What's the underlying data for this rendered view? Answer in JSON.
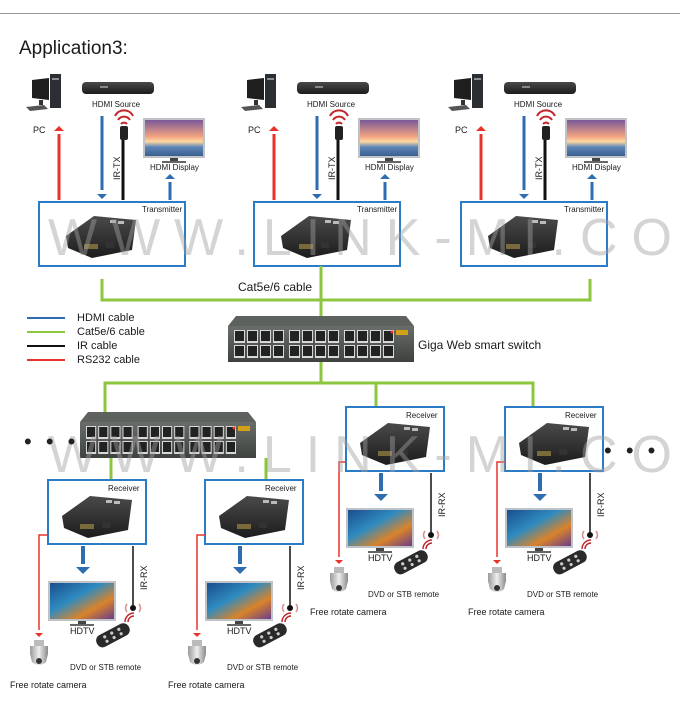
{
  "title": "Application3:",
  "watermark": "WWW.LINK-MI.COM.CN",
  "colors": {
    "hdmi": "#2e6db0",
    "cat": "#8cc63f",
    "ir": "#111111",
    "rs232": "#e8332a",
    "box_border": "#2a7cc7",
    "rule": "#9a9a9a"
  },
  "legend": [
    {
      "label": "HDMI cable",
      "color": "#2e6db0"
    },
    {
      "label": "Cat5e/6 cable",
      "color": "#8cc63f"
    },
    {
      "label": "IR cable",
      "color": "#111111"
    },
    {
      "label": "RS232 cable",
      "color": "#e8332a"
    }
  ],
  "transmitters": [
    {
      "box_label": "Transmitter",
      "pc_label": "PC",
      "source_label": "HDMI Source",
      "display_label": "HDMI Display",
      "ir_label": "IR-TX"
    },
    {
      "box_label": "Transmitter",
      "pc_label": "PC",
      "source_label": "HDMI Source",
      "display_label": "HDMI Display",
      "ir_label": "IR-TX"
    },
    {
      "box_label": "Transmitter",
      "pc_label": "PC",
      "source_label": "HDMI Source",
      "display_label": "HDMI Display",
      "ir_label": "IR-TX"
    }
  ],
  "cable_label": "Cat5e/6 cable",
  "switch_label": "Giga Web smart switch",
  "receivers": [
    {
      "box_label": "Receiver",
      "tv_label": "HDTV",
      "remote_label": "DVD or STB remote",
      "camera_label": "Free rotate camera",
      "ir_label": "IR-RX"
    },
    {
      "box_label": "Receiver",
      "tv_label": "HDTV",
      "remote_label": "DVD or STB remote",
      "camera_label": "Free rotate camera",
      "ir_label": "IR-RX"
    },
    {
      "box_label": "Receiver",
      "tv_label": "HDTV",
      "remote_label": "DVD or STB remote",
      "camera_label": "Free rotate camera",
      "ir_label": "IR-RX"
    },
    {
      "box_label": "Receiver",
      "tv_label": "HDTV",
      "remote_label": "DVD or STB remote",
      "camera_label": "Free rotate camera",
      "ir_label": "IR-RX"
    }
  ],
  "ellipsis": "• • •"
}
